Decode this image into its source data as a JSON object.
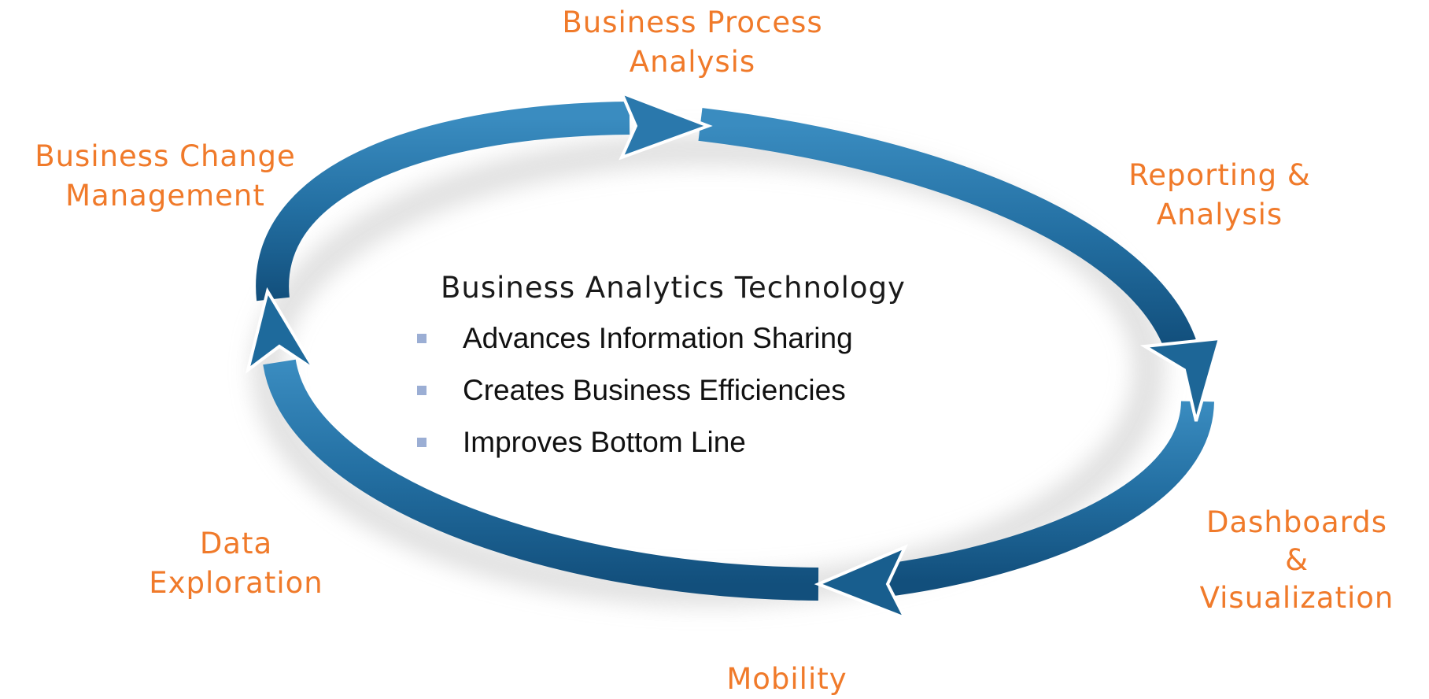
{
  "diagram": {
    "center": {
      "title": "Business Analytics Technology",
      "bullets": [
        "Advances Information Sharing",
        "Creates Business Efficiencies",
        "Improves Bottom Line"
      ]
    },
    "stages": {
      "business_process_analysis": [
        "Business Process",
        "Analysis"
      ],
      "reporting_analysis": [
        "Reporting &",
        "Analysis"
      ],
      "dashboards_visualization": [
        "Dashboards",
        "&",
        "Visualization"
      ],
      "mobility": [
        "Mobility"
      ],
      "data_exploration": [
        "Data",
        "Exploration"
      ],
      "business_change_management": [
        "Business Change",
        "Management"
      ]
    },
    "colors": {
      "label": "#F07A2A",
      "arrow": "#2472A6",
      "arrow_dark": "#0F4E7A",
      "bullet": "#9BAED4"
    }
  }
}
